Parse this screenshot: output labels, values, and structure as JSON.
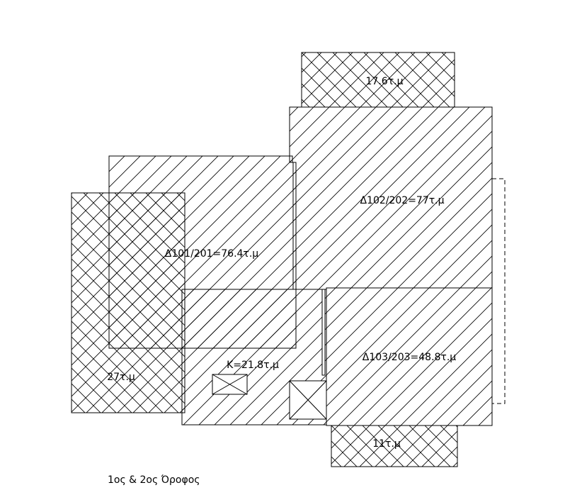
{
  "rooms": {
    "top_balcony": "17.6τ.μ",
    "apt_d102": "Δ102/202=77τ.μ",
    "apt_d101": "Δ101/201=76.4τ.μ",
    "left_balcony": "27τ.μ",
    "common_k": "K=21.8τ.μ",
    "apt_d103": "Δ103/203=48.8τ.μ",
    "bottom_balcony": "11τ.μ"
  },
  "caption": "1ος & 2ος Όροφος",
  "colors": {
    "line": "#000000",
    "background": "#ffffff"
  }
}
